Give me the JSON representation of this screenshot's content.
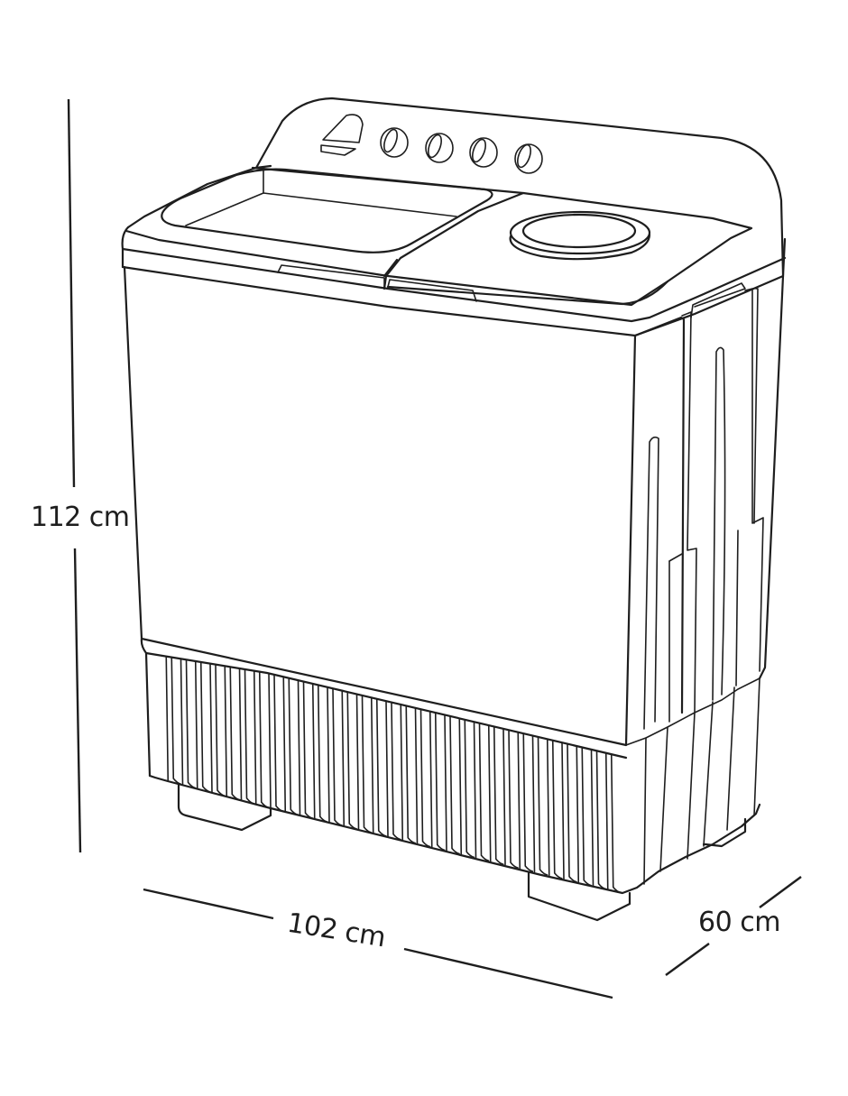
{
  "dimensions": {
    "height": "112 cm",
    "width": "102 cm",
    "depth": "60 cm"
  },
  "colors": {
    "line": "#1e1e1e",
    "background": "#ffffff"
  }
}
